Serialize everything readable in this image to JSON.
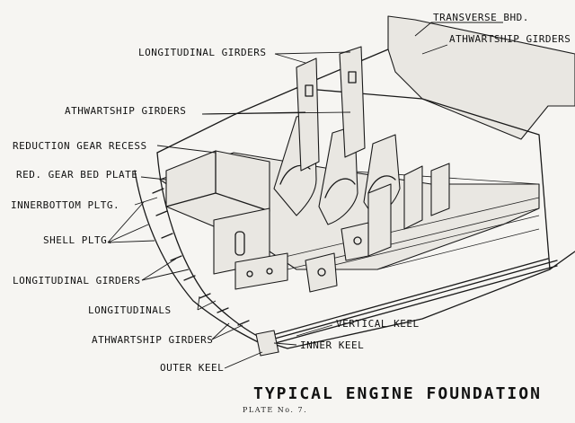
{
  "title": "TYPICAL ENGINE FOUNDATION",
  "plate": "PLATE No. 7.",
  "labels": {
    "transverse_bhd": "TRANSVERSE BHD.",
    "athwartship_girders_top": "ATHWARTSHIP GIRDERS",
    "longitudinal_girders_top": "LONGITUDINAL GIRDERS",
    "athwartship_girders_mid": "ATHWARTSHIP GIRDERS",
    "reduction_gear_recess": "REDUCTION GEAR RECESS",
    "red_gear_bed_plate": "RED. GEAR BED PLATE",
    "innerbottom_pltg": "INNERBOTTOM PLTG.",
    "shell_pltg": "SHELL PLTG.",
    "longitudinal_girders_low": "LONGITUDINAL GIRDERS",
    "longitudinals": "LONGITUDINALS",
    "athwartship_girders_low": "ATHWARTSHIP GIRDERS",
    "outer_keel": "OUTER KEEL",
    "vertical_keel": "VERTICAL KEEL",
    "inner_keel": "INNER KEEL"
  }
}
